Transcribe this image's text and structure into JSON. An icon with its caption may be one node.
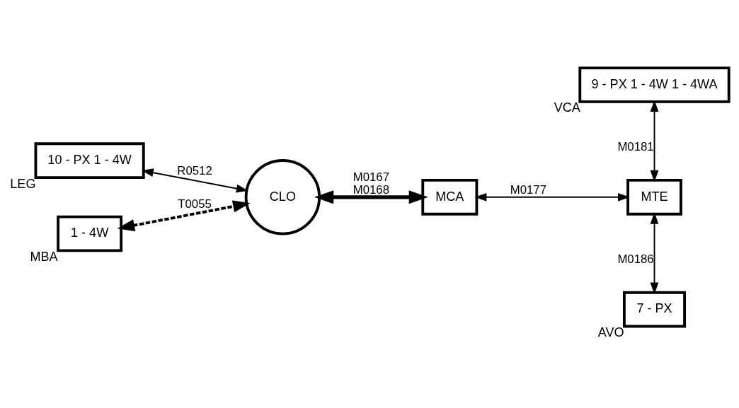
{
  "diagram": {
    "nodes": [
      {
        "text": [
          "10 - PX 1 - 4W"
        ],
        "beside": [
          "LEG"
        ]
      },
      {
        "text": [
          "1 - 4W"
        ],
        "beside": [
          "MBA"
        ]
      },
      {
        "text": [
          "CLO"
        ]
      },
      {
        "text": [
          "MCA"
        ]
      },
      {
        "text": [
          "MTE"
        ]
      },
      {
        "text": [
          "9 - PX 1 - 4W 1 - 4WA"
        ],
        "beside": [
          "VCA"
        ]
      },
      {
        "text": [
          "7 - PX"
        ],
        "beside": [
          "AVO"
        ]
      }
    ],
    "edges": [
      {
        "from": 0,
        "to": 2,
        "arrow": "both",
        "label": "R0512"
      },
      {
        "from": 1,
        "to": 2,
        "arrow": "both",
        "label": "T0055",
        "style": "dashed"
      },
      {
        "from": 2,
        "to": 3,
        "arrow": "both",
        "label": "M0167 M0168",
        "style": "thick"
      },
      {
        "from": 3,
        "to": 4,
        "arrow": "both",
        "label": "M0177"
      },
      {
        "from": 5,
        "to": 4,
        "arrow": "both",
        "label": "M0181"
      },
      {
        "from": 4,
        "to": 6,
        "arrow": "both",
        "label": "M0186"
      }
    ]
  }
}
